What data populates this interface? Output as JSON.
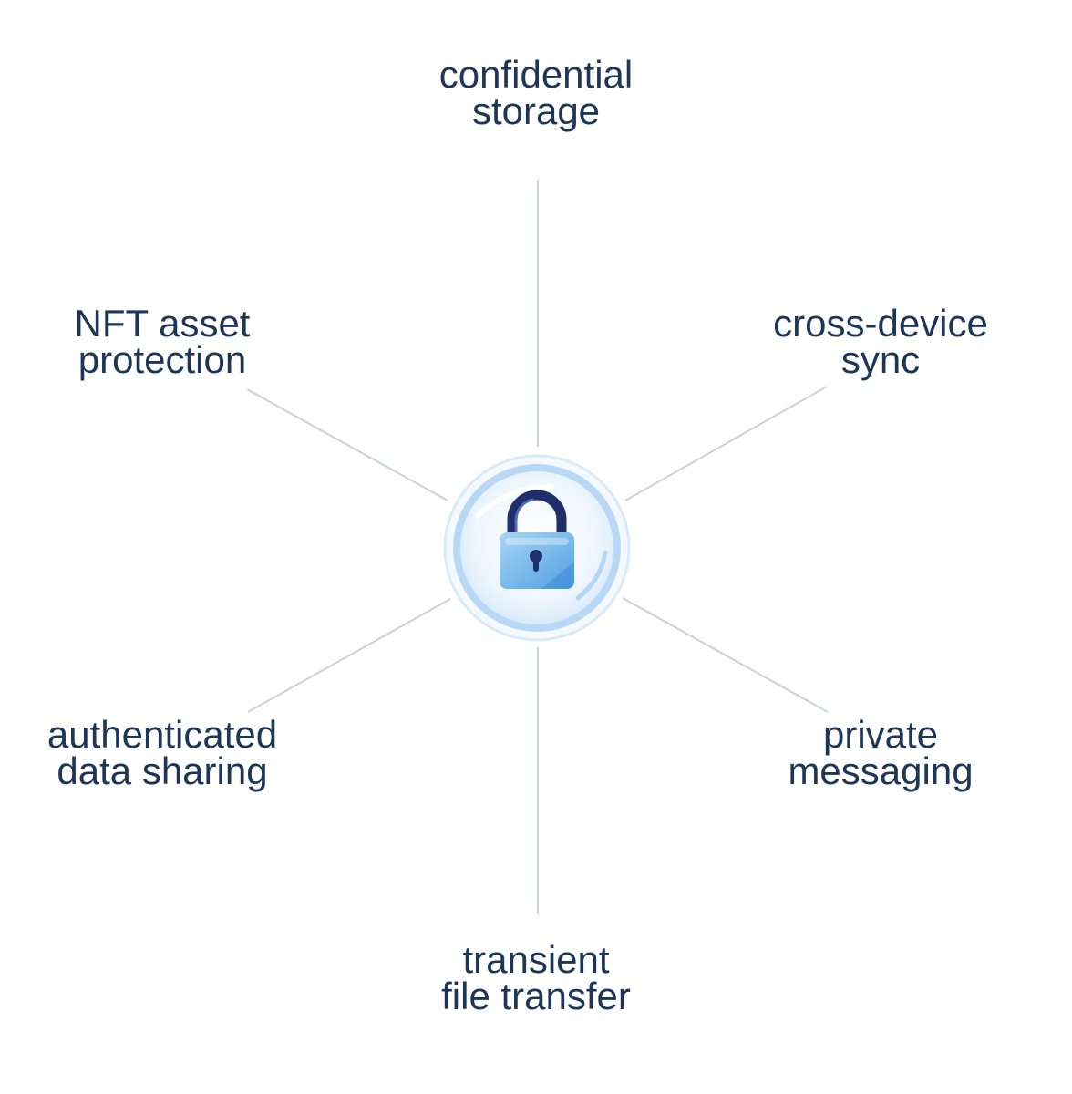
{
  "diagram": {
    "center": {
      "icon": "padlock-icon",
      "colors": {
        "ring": "#b9d8f5",
        "glow": "#e8f3fd",
        "body": "#6fb5ea",
        "shackle": "#1f2f6b",
        "keyhole": "#1f2f6b"
      }
    },
    "spokes": [
      {
        "id": "top",
        "line1": "confidential",
        "line2": "storage"
      },
      {
        "id": "tr",
        "line1": "cross-device",
        "line2": "sync"
      },
      {
        "id": "br",
        "line1": "private",
        "line2": "messaging"
      },
      {
        "id": "bottom",
        "line1": "transient",
        "line2": "file transfer"
      },
      {
        "id": "bl",
        "line1": "authenticated",
        "line2": "data sharing"
      },
      {
        "id": "tl",
        "line1": "NFT asset",
        "line2": "protection"
      }
    ],
    "colors": {
      "text": "#1d3557",
      "connector": "#c9d3d8",
      "background": "#ffffff"
    }
  }
}
